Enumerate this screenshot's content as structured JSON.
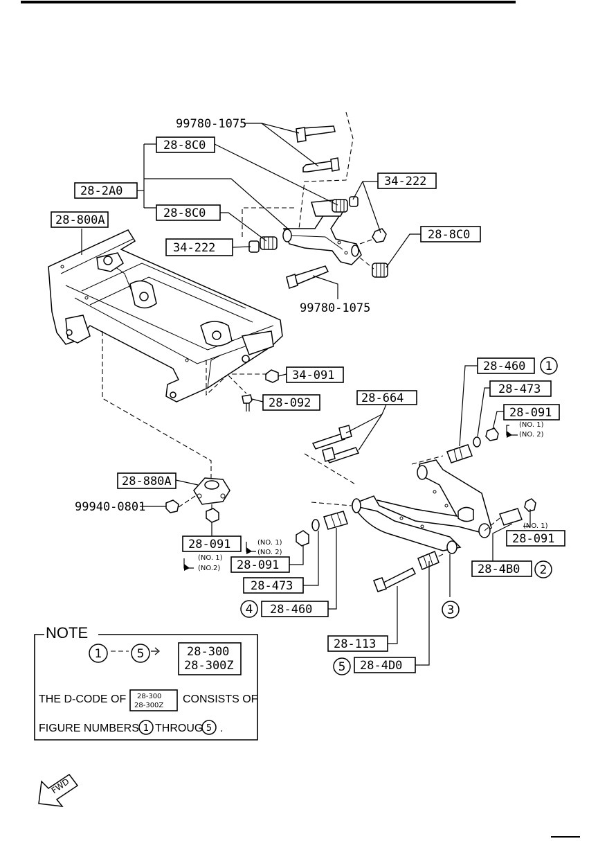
{
  "labels": {
    "bolt_top": "99780-1075",
    "bolt_mid": "99780-1075",
    "upper_arm_a": "28-8C0",
    "upper_arm_b": "28-8C0",
    "upper_arm_c": "28-8C0",
    "upper_arm_assy": "28-2A0",
    "crossmember": "28-800A",
    "washer_left": "34-222",
    "washer_right": "34-222",
    "nut_center": "34-091",
    "bolt_center": "28-092",
    "bolt_lower_pair": "28-664",
    "bushing_r1": "28-460",
    "washer_r": "28-473",
    "nut_r": "28-091",
    "no1_a": "(NO. 1)",
    "no2_a": "(NO. 2)",
    "mount": "28-880A",
    "mount_nut": "99940-0801",
    "nut_mount": "28-091",
    "no1_b": "(NO. 1)",
    "no2_b": "(NO. 2)",
    "nut_left2": "28-091",
    "no1_c": "(NO. 1)",
    "no2_c": "(NO.2)",
    "washer_l": "28-473",
    "bushing_l4": "28-460",
    "nut_right2": "28-091",
    "no1_d": "(NO. 1)",
    "bushing_r2": "28-4B0",
    "bolt_lower": "28-113",
    "bushing_5": "28-4D0"
  },
  "callouts": {
    "c1": "1",
    "c2": "2",
    "c3": "3",
    "c4": "4",
    "c5": "5"
  },
  "note": {
    "title": "NOTE",
    "range_from": "1",
    "range_to": "5",
    "code_1": "28-300",
    "code_2": "28-300Z",
    "line1_pre": "THE D-CODE OF",
    "line1_code1": "28-300",
    "line1_code2": "28-300Z",
    "line1_post": "CONSISTS OF",
    "line2_pre": "FIGURE NUMBERS",
    "line2_from": "1",
    "line2_mid": "THROUGH",
    "line2_to": "5",
    "line2_end": "."
  },
  "fwd": "FWD"
}
